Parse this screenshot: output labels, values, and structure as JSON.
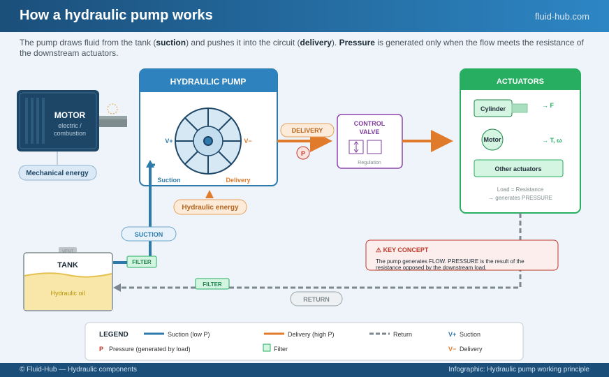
{
  "header": {
    "title": "How a hydraulic pump works",
    "site": "fluid-hub.com"
  },
  "intro": {
    "p1": "The pump draws fluid from the tank (",
    "suction": "suction",
    "p2": ") and pushes it into the circuit (",
    "delivery": "delivery",
    "p3": "). ",
    "pressure": "Pressure",
    "p4": " is generated only when the flow meets the resistance of the downstream actuators."
  },
  "motor": {
    "title": "MOTOR",
    "sub1": "electric /",
    "sub2": "combustion",
    "energy": "Mechanical energy"
  },
  "pump": {
    "title": "HYDRAULIC PUMP",
    "in_mark": "V+",
    "out_mark": "V−",
    "suction": "Suction",
    "delivery": "Delivery",
    "energy": "Hydraulic energy"
  },
  "delivery_tag": "DELIVERY",
  "pressure_mark": "P",
  "valve": {
    "title1": "CONTROL",
    "title2": "VALVE",
    "sub": "Regulation"
  },
  "actuators": {
    "title": "ACTUATORS",
    "cylinder": "Cylinder",
    "cyl_out": "→ F",
    "motor": "Motor",
    "motor_out": "→ T, ω",
    "other": "Other actuators",
    "note1": "Load = Resistance",
    "note2": "→ generates PRESSURE"
  },
  "concept": {
    "title": "⚠ KEY CONCEPT",
    "line1": "The pump generates FLOW. PRESSURE is the result of the",
    "line2": "resistance opposed by the downstream load."
  },
  "suction_tag": "SUCTION",
  "filter1": "FILTER",
  "filter2": "FILTER",
  "return_tag": "RETURN",
  "tank": {
    "title": "TANK",
    "vent": "VENT",
    "oil": "Hydraulic oil"
  },
  "legend": {
    "title": "LEGEND",
    "suction": "Suction (low P)",
    "delivery": "Delivery (high P)",
    "return": "Return",
    "vplus_mark": "V+",
    "vplus": "Suction",
    "p_mark": "P",
    "pressure": "Pressure (generated by load)",
    "filter": "Filter",
    "vminus_mark": "V−",
    "vminus": "Delivery"
  },
  "footer": {
    "left": "© Fluid-Hub — Hydraulic components",
    "right": "Infographic: Hydraulic pump working principle"
  },
  "colors": {
    "suction": "#2e7bab",
    "delivery": "#e07b2c",
    "return": "#7d8790",
    "actuator": "#27ae60",
    "valve": "#8e44ad",
    "alert": "#c0392b"
  }
}
